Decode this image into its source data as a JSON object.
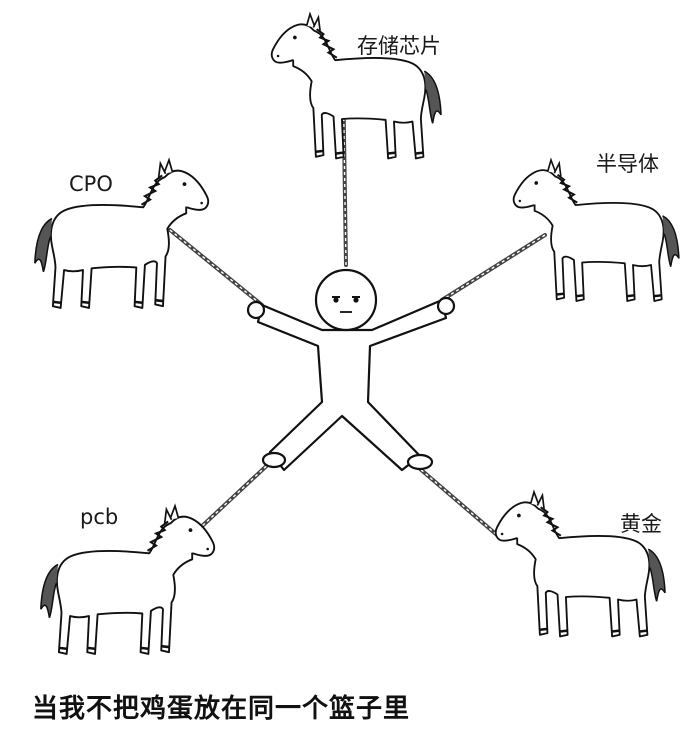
{
  "labels": {
    "top": "存储芯片",
    "left": "CPO",
    "right": "半导体",
    "bottom_left": "pcb",
    "bottom_right": "黄金"
  },
  "caption": "当我不把鸡蛋放在同一个篮子里"
}
